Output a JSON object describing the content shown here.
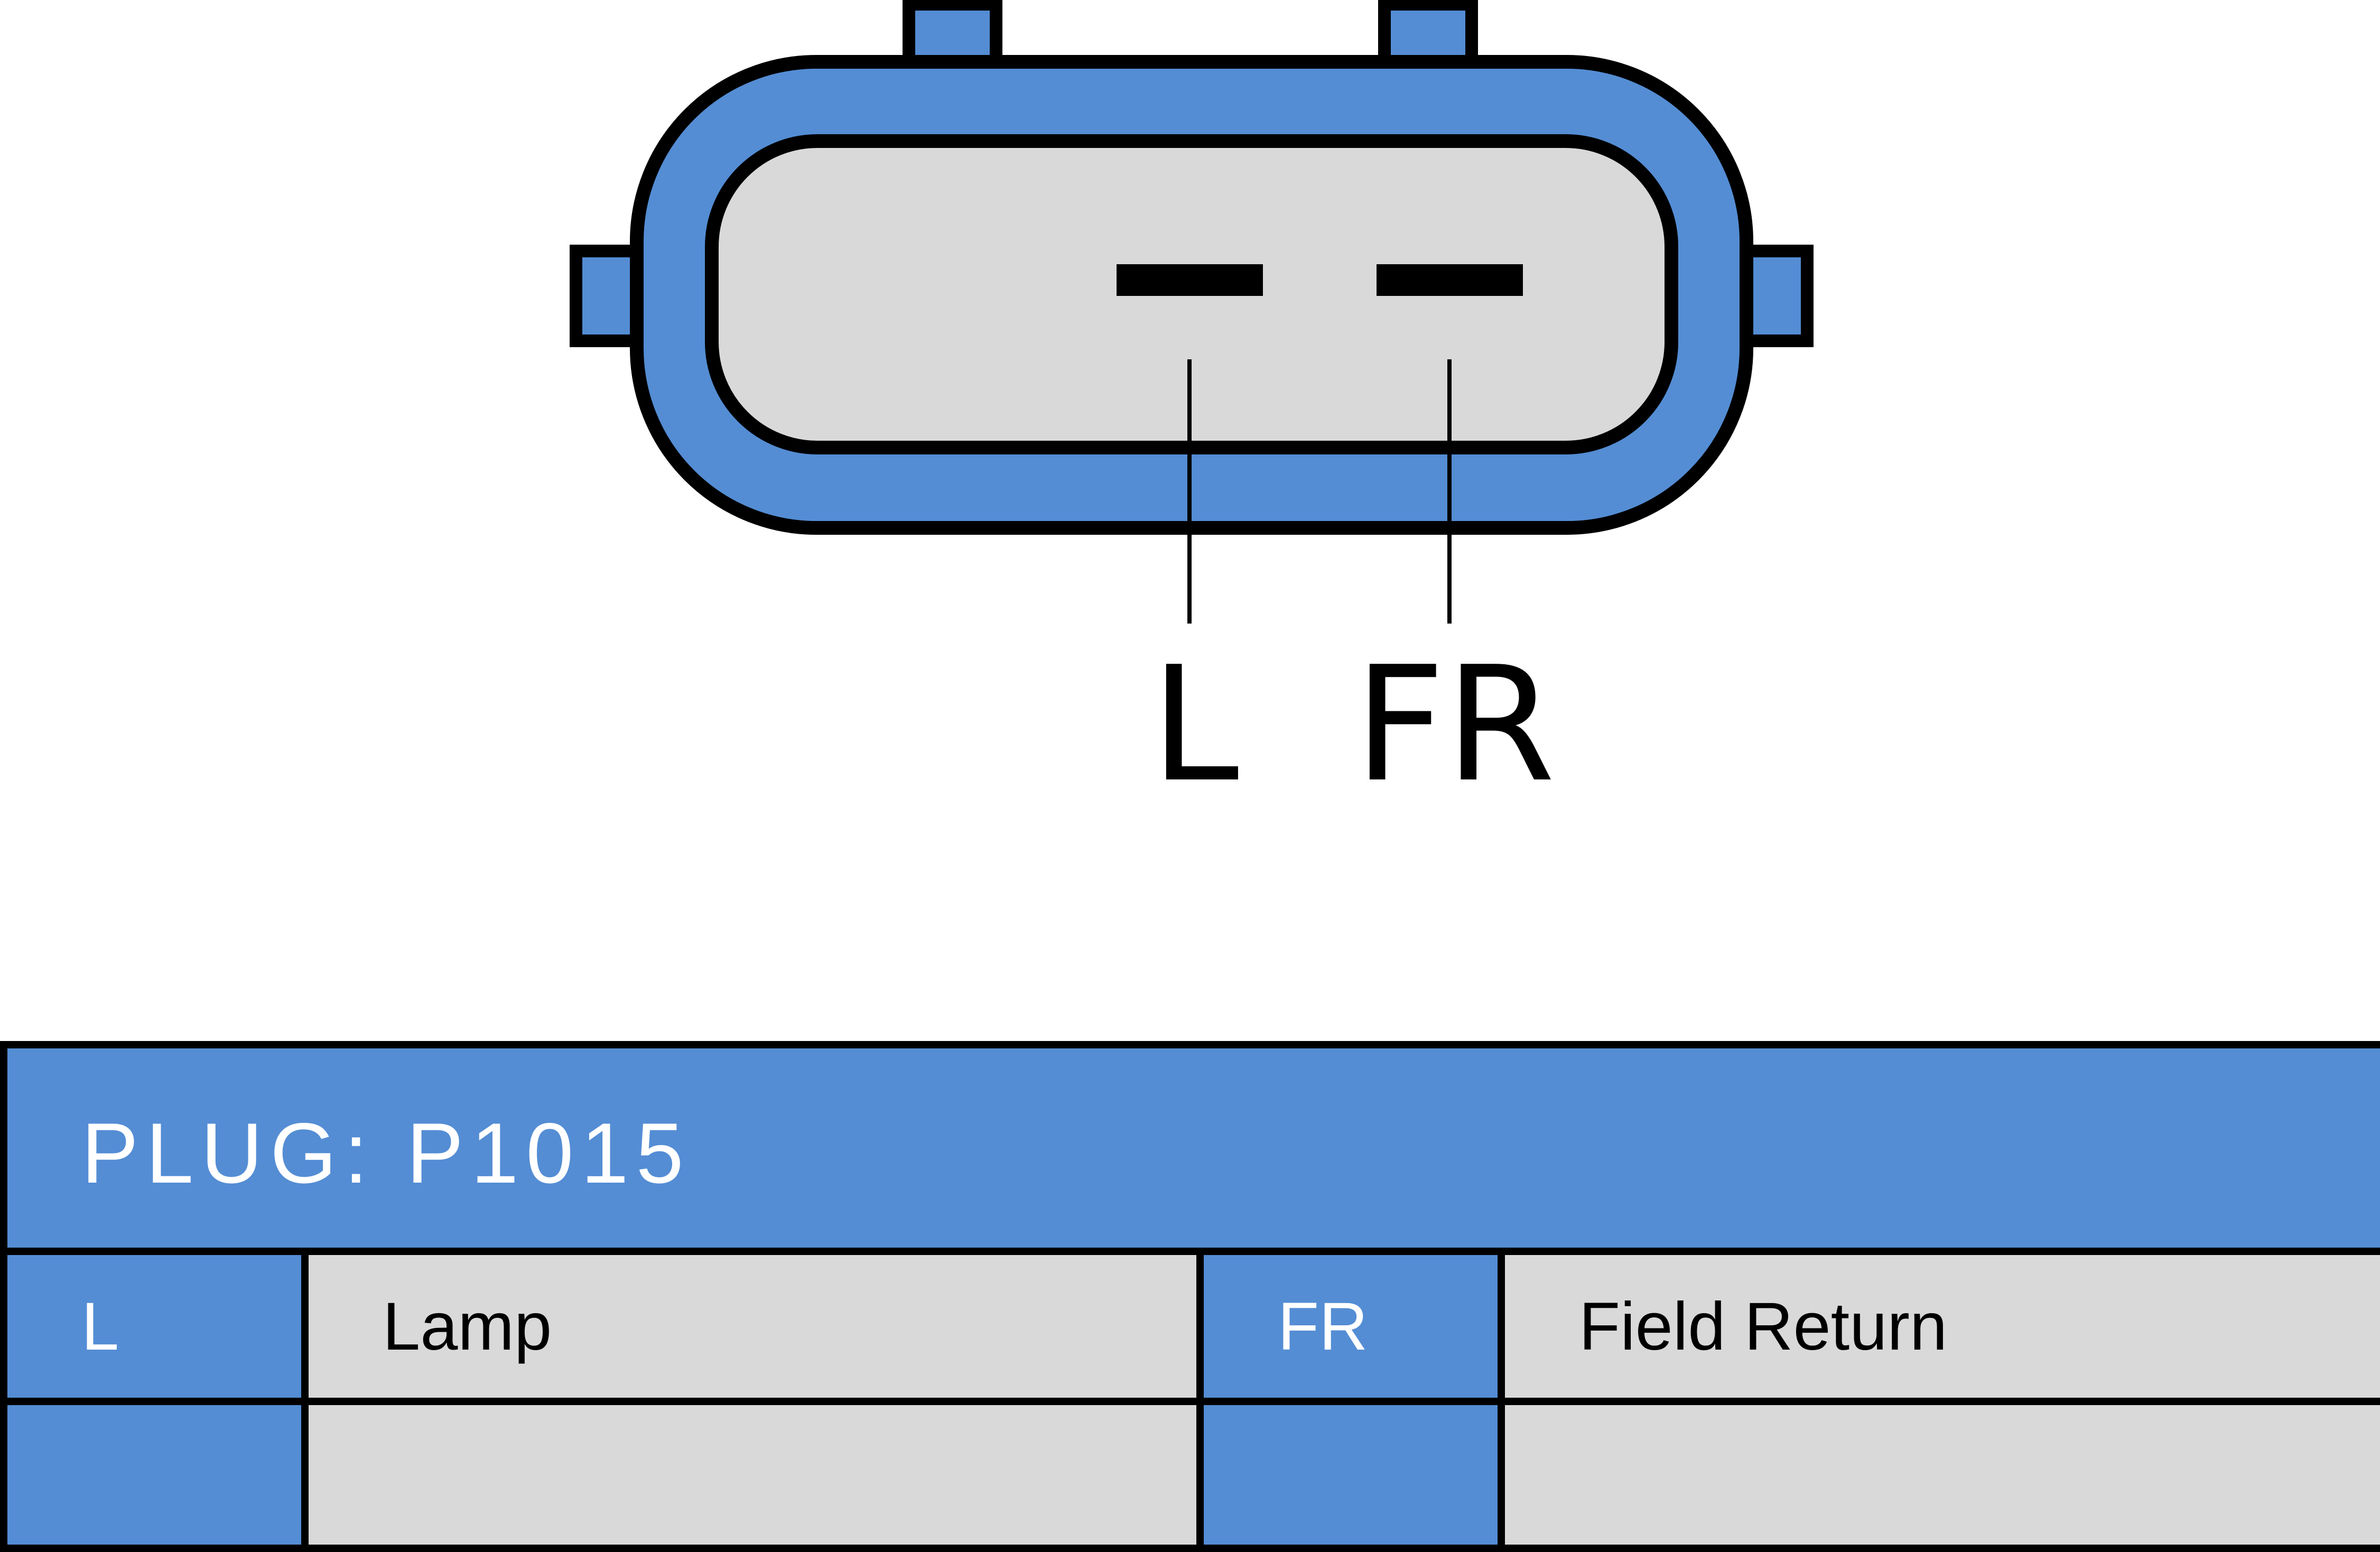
{
  "connector": {
    "pins": [
      {
        "id": "L"
      },
      {
        "id": "FR"
      }
    ]
  },
  "colors": {
    "plug_blue": "#548dd4",
    "face_gray": "#d9d9d9",
    "outline": "#000000",
    "label_text": "#000000"
  },
  "table": {
    "header": "PLUG: P1015",
    "rows": [
      {
        "pin_a": "L",
        "desc_a": "Lamp",
        "pin_b": "FR",
        "desc_b": "Field Return"
      },
      {
        "pin_a": "",
        "desc_a": "",
        "pin_b": "",
        "desc_b": ""
      }
    ]
  }
}
